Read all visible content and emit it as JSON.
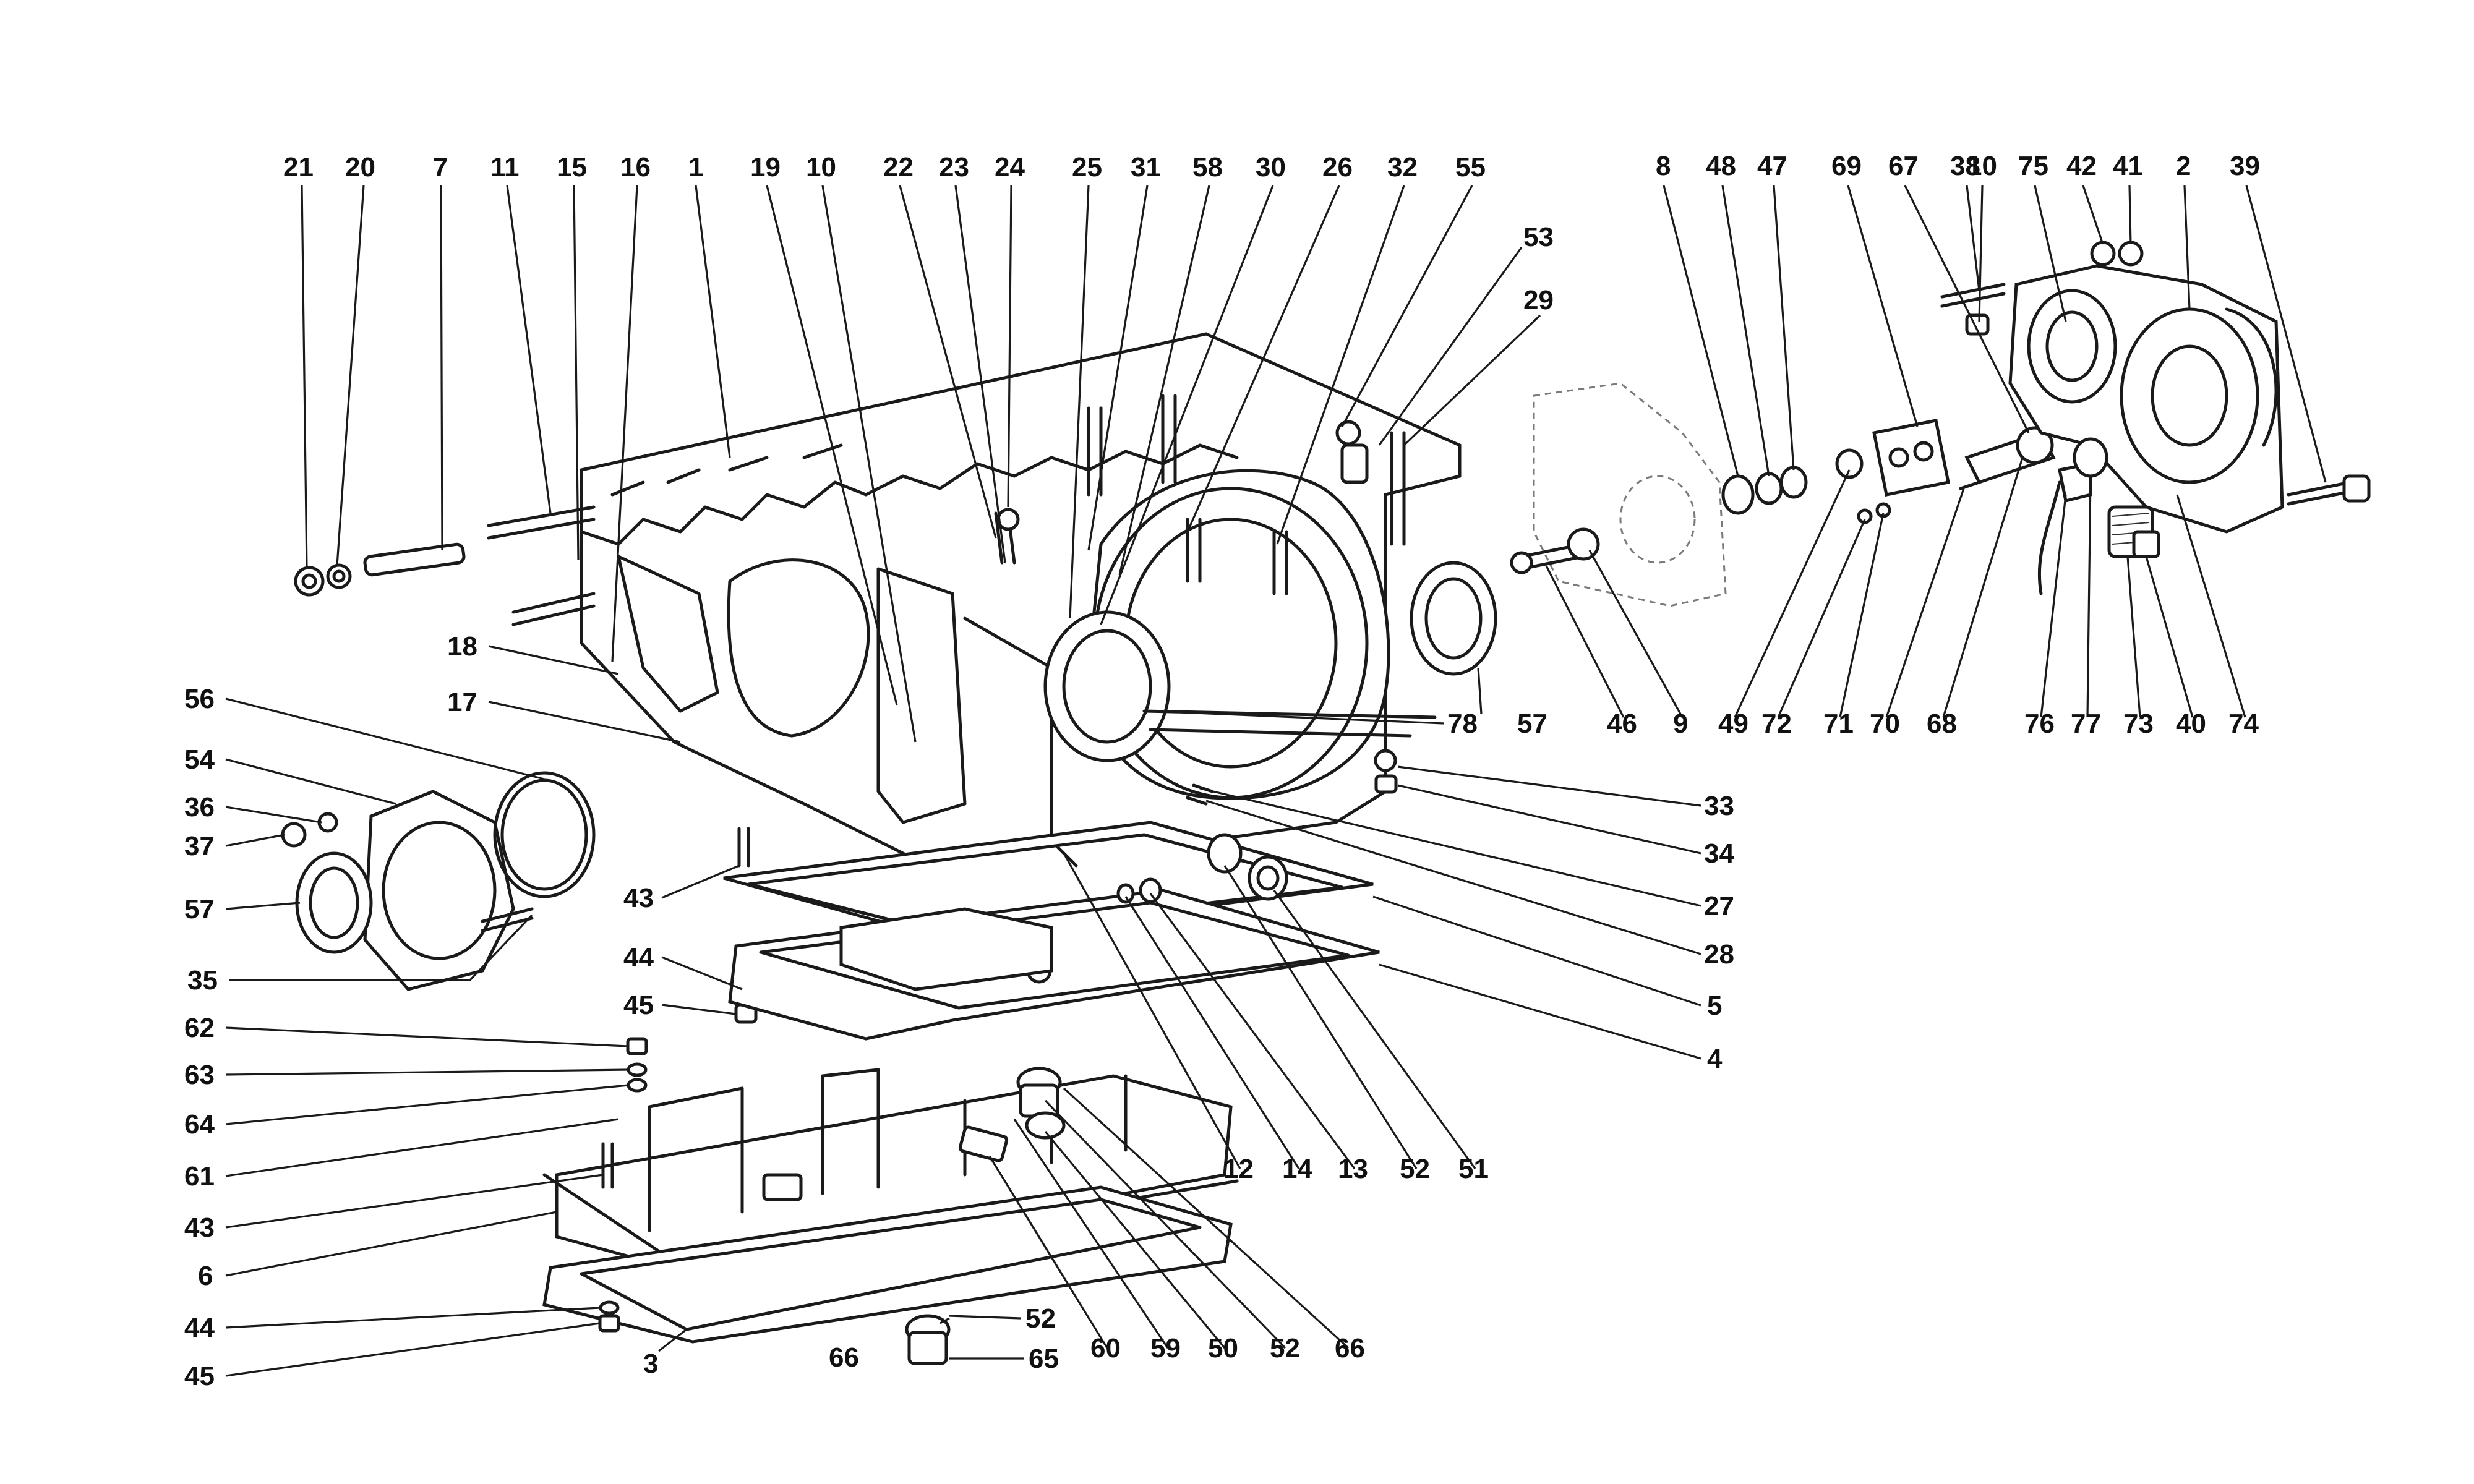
{
  "callouts": [
    {
      "id": "c01",
      "text": "21"
    },
    {
      "id": "c02",
      "text": "20"
    },
    {
      "id": "c03",
      "text": "7"
    },
    {
      "id": "c04",
      "text": "11"
    },
    {
      "id": "c05",
      "text": "15"
    },
    {
      "id": "c06",
      "text": "16"
    },
    {
      "id": "c07",
      "text": "1"
    },
    {
      "id": "c08",
      "text": "19"
    },
    {
      "id": "c09",
      "text": "10"
    },
    {
      "id": "c10",
      "text": "22"
    },
    {
      "id": "c11",
      "text": "23"
    },
    {
      "id": "c12",
      "text": "24"
    },
    {
      "id": "c13",
      "text": "25"
    },
    {
      "id": "c14",
      "text": "31"
    },
    {
      "id": "c15",
      "text": "58"
    },
    {
      "id": "c16",
      "text": "30"
    },
    {
      "id": "c17",
      "text": "26"
    },
    {
      "id": "c18",
      "text": "32"
    },
    {
      "id": "c19",
      "text": "55"
    },
    {
      "id": "c20",
      "text": "53"
    },
    {
      "id": "c21",
      "text": "29"
    },
    {
      "id": "c22",
      "text": "8"
    },
    {
      "id": "c23",
      "text": "48"
    },
    {
      "id": "c24",
      "text": "47"
    },
    {
      "id": "c25",
      "text": "69"
    },
    {
      "id": "c26",
      "text": "67"
    },
    {
      "id": "c27",
      "text": "38"
    },
    {
      "id": "c28",
      "text": "10"
    },
    {
      "id": "c29",
      "text": "75"
    },
    {
      "id": "c30",
      "text": "42"
    },
    {
      "id": "c31",
      "text": "41"
    },
    {
      "id": "c32",
      "text": "2"
    },
    {
      "id": "c33",
      "text": "39"
    },
    {
      "id": "c34",
      "text": "18"
    },
    {
      "id": "c35",
      "text": "17"
    },
    {
      "id": "c36",
      "text": "56"
    },
    {
      "id": "c37",
      "text": "54"
    },
    {
      "id": "c38",
      "text": "36"
    },
    {
      "id": "c39",
      "text": "37"
    },
    {
      "id": "c40",
      "text": "57"
    },
    {
      "id": "c41",
      "text": "35"
    },
    {
      "id": "c42",
      "text": "43"
    },
    {
      "id": "c43",
      "text": "44"
    },
    {
      "id": "c44",
      "text": "45"
    },
    {
      "id": "c45",
      "text": "62"
    },
    {
      "id": "c46",
      "text": "63"
    },
    {
      "id": "c47",
      "text": "64"
    },
    {
      "id": "c48",
      "text": "61"
    },
    {
      "id": "c49",
      "text": "43"
    },
    {
      "id": "c50",
      "text": "6"
    },
    {
      "id": "c51",
      "text": "44"
    },
    {
      "id": "c52",
      "text": "45"
    },
    {
      "id": "c53",
      "text": "3"
    },
    {
      "id": "c54",
      "text": "66"
    },
    {
      "id": "c55",
      "text": "52"
    },
    {
      "id": "c56",
      "text": "65"
    },
    {
      "id": "c57",
      "text": "60"
    },
    {
      "id": "c58",
      "text": "59"
    },
    {
      "id": "c59",
      "text": "50"
    },
    {
      "id": "c60",
      "text": "52"
    },
    {
      "id": "c61",
      "text": "66"
    },
    {
      "id": "c62",
      "text": "12"
    },
    {
      "id": "c63",
      "text": "14"
    },
    {
      "id": "c64",
      "text": "13"
    },
    {
      "id": "c65",
      "text": "52"
    },
    {
      "id": "c66",
      "text": "51"
    },
    {
      "id": "c67",
      "text": "78"
    },
    {
      "id": "c68",
      "text": "57"
    },
    {
      "id": "c69",
      "text": "33"
    },
    {
      "id": "c70",
      "text": "34"
    },
    {
      "id": "c71",
      "text": "27"
    },
    {
      "id": "c72",
      "text": "28"
    },
    {
      "id": "c73",
      "text": "5"
    },
    {
      "id": "c74",
      "text": "4"
    },
    {
      "id": "c75",
      "text": "46"
    },
    {
      "id": "c76",
      "text": "9"
    },
    {
      "id": "c77",
      "text": "49"
    },
    {
      "id": "c78",
      "text": "72"
    },
    {
      "id": "c79",
      "text": "71"
    },
    {
      "id": "c80",
      "text": "70"
    },
    {
      "id": "c81",
      "text": "68"
    },
    {
      "id": "c82",
      "text": "76"
    },
    {
      "id": "c83",
      "text": "77"
    },
    {
      "id": "c84",
      "text": "73"
    },
    {
      "id": "c85",
      "text": "40"
    },
    {
      "id": "c86",
      "text": "74"
    }
  ]
}
